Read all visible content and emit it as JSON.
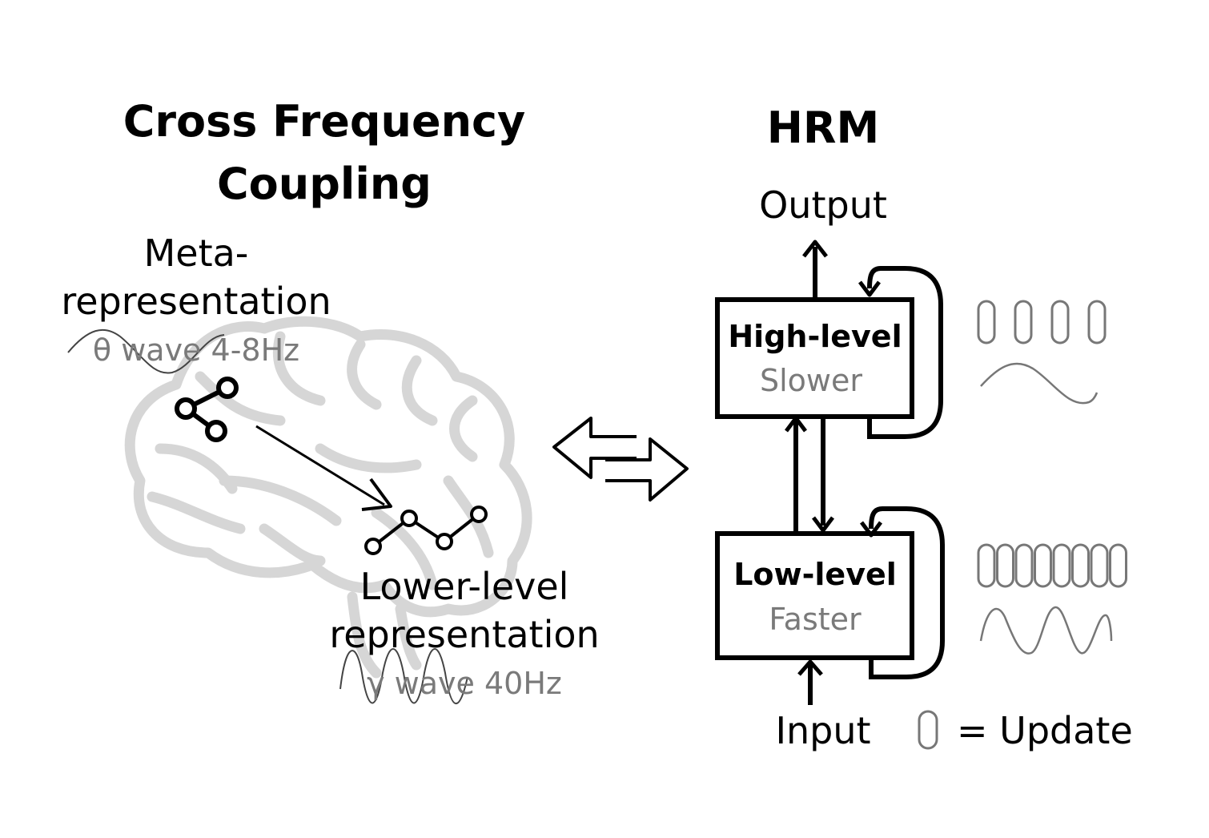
{
  "left": {
    "title_line1": "Cross Frequency",
    "title_line2": "Coupling",
    "meta_line1": "Meta-",
    "meta_line2": "representation",
    "theta": "θ wave 4-8Hz",
    "lower_line1": "Lower-level",
    "lower_line2": "representation",
    "gamma": "γ wave 40Hz",
    "icons": [
      "brain-icon",
      "share-nodes-icon",
      "line-chart-icon"
    ]
  },
  "right": {
    "title": "HRM",
    "output": "Output",
    "input": "Input",
    "high_title": "High-level",
    "high_sub": "Slower",
    "low_title": "Low-level",
    "low_sub": "Faster",
    "legend": "= Update",
    "high_update_count": 4,
    "low_update_count": 8
  },
  "colors": {
    "text": "#000000",
    "muted": "#7a7a7a",
    "brain": "#d6d6d6"
  }
}
